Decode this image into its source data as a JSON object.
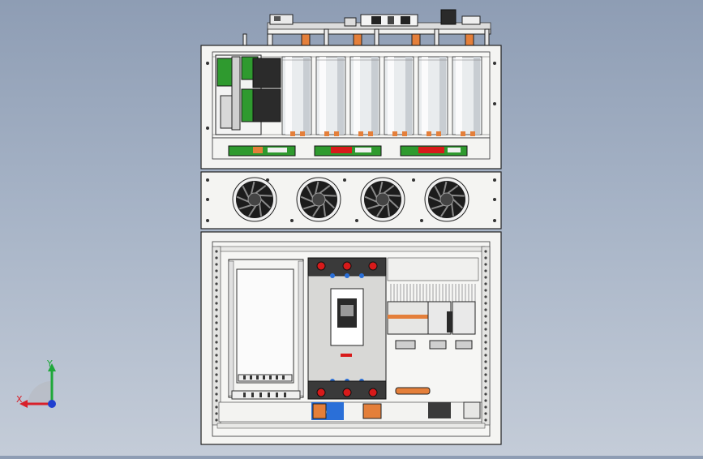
{
  "viewport": {
    "background_top": "#8e9db4",
    "background_bottom": "#c4ccd8"
  },
  "triad": {
    "x_label": "X",
    "y_label": "Y",
    "x_color": "#d8202a",
    "y_color": "#1fa83a",
    "z_color": "#1f3fd0"
  },
  "model": {
    "frame_color": "#f4f4f2",
    "line_color": "#222222",
    "pcb_color": "#2f9a2f",
    "capacitor_color": "#e9ecee",
    "fan_color": "#1c1c1c",
    "terminal_color": "#e47f3a",
    "breaker_color": "#d8d8d6",
    "accent_red": "#d81a1a",
    "accent_blue": "#2a6fd8",
    "capacitor_count": 6,
    "fan_count": 4
  }
}
